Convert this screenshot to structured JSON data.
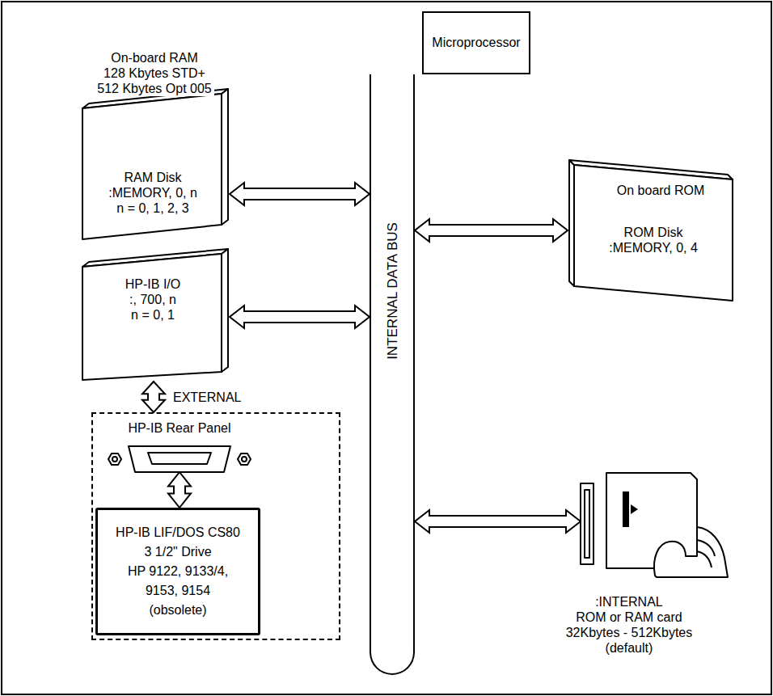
{
  "diagram": {
    "nodes": [
      {
        "text": [
          "Microprocessor"
        ]
      },
      {
        "text": [
          "INTERNAL DATA BUS"
        ]
      },
      {
        "text": [
          "On-board RAM 128 Kbytes STD+ 512 Kbytes Opt 005",
          "RAM Disk :MEMORY, 0, n n = 0, 1, 2, 3"
        ]
      },
      {
        "text": [
          "On board ROM",
          "ROM Disk :MEMORY, 0, 4"
        ]
      },
      {
        "text": [
          "HP-IB I/O :, 700, n n = 0, 1"
        ]
      },
      {
        "text": [
          ":INTERNAL ROM or RAM card 32Kbytes - 512Kbytes (default)"
        ]
      },
      {
        "text": [
          "HP-IB Rear Panel"
        ]
      },
      {
        "text": [
          "HP-IB LIF/DOS CS80 3 1/2\" Drive HP 9122, 9133/4, 9153, 9154 (obsolete)"
        ],
        "in": 6
      }
    ],
    "edges": [
      {
        "from": 2,
        "to": 1,
        "arrow": "both"
      },
      {
        "from": 1,
        "to": 3,
        "arrow": "both"
      },
      {
        "from": 4,
        "to": 1,
        "arrow": "both"
      },
      {
        "from": 1,
        "to": 5,
        "arrow": "both"
      },
      {
        "from": 4,
        "to": 6,
        "arrow": "both",
        "label": "EXTERNAL"
      },
      {
        "from": 6,
        "to": 7,
        "arrow": "both"
      }
    ]
  }
}
